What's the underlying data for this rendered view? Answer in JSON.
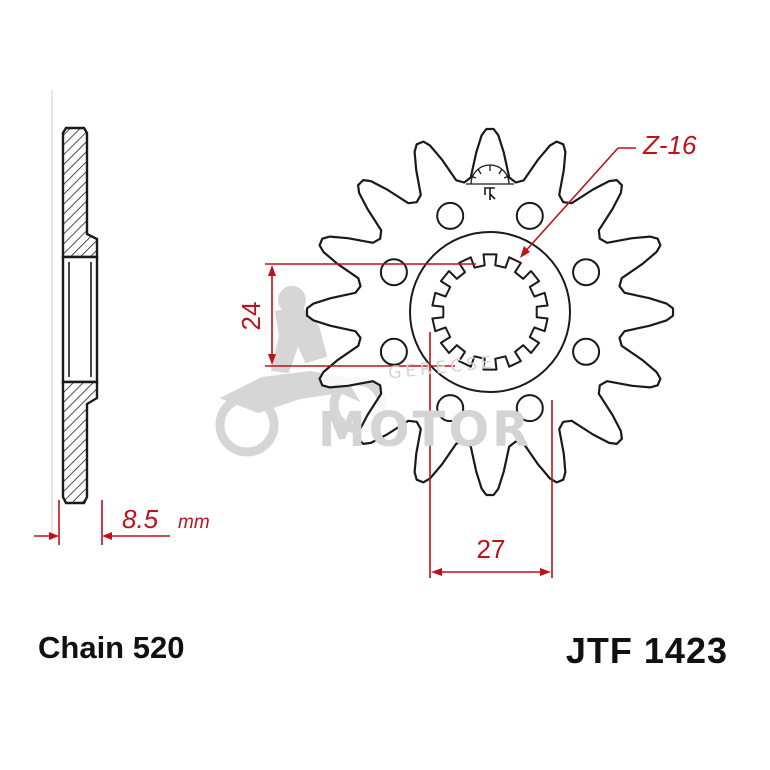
{
  "dimensions": {
    "teeth_label": "Z-16",
    "spline_height": "24",
    "spline_width": "27",
    "thickness_value": "8.5",
    "thickness_unit": "mm"
  },
  "labels": {
    "chain": "Chain 520",
    "part_number": "JTF 1423"
  },
  "watermark": {
    "line1": "GERECSE",
    "line2": "MOTOR"
  },
  "geometry_model": {
    "teeth_count": 16,
    "bolt_holes": 8,
    "spline_teeth": 14
  },
  "colors": {
    "outline": "#1a1a1a",
    "dimension": "#c0111b",
    "watermark": "#d4d4d4"
  }
}
